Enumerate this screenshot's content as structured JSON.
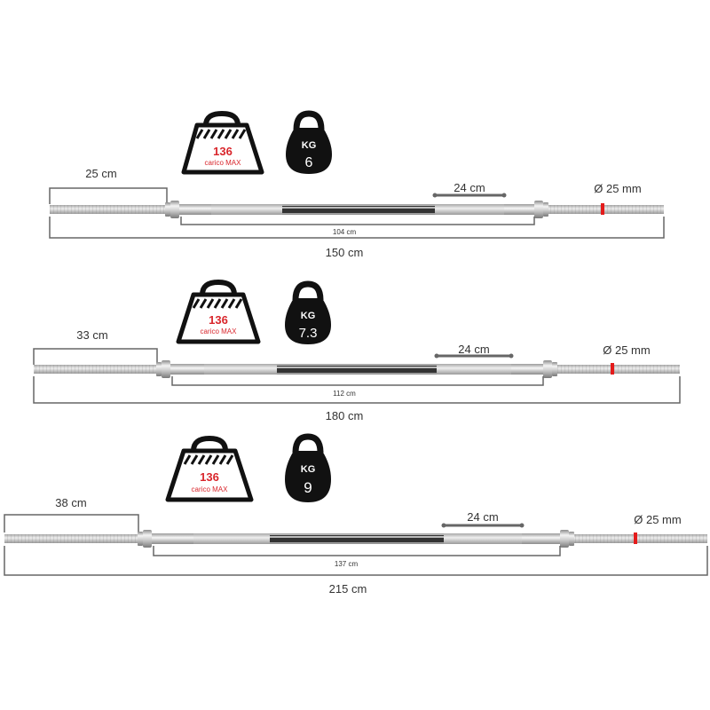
{
  "bars": [
    {
      "load": {
        "value": "136",
        "label": "carico MAX"
      },
      "weight": {
        "unit": "KG",
        "value": "6"
      },
      "sleeve": "25 cm",
      "grip": "24 cm",
      "diameter": "Ø 25 mm",
      "inner": "104 cm",
      "total": "150 cm"
    },
    {
      "load": {
        "value": "136",
        "label": "carico MAX"
      },
      "weight": {
        "unit": "KG",
        "value": "7.3"
      },
      "sleeve": "33 cm",
      "grip": "24 cm",
      "diameter": "Ø 25 mm",
      "inner": "112 cm",
      "total": "180 cm"
    },
    {
      "load": {
        "value": "136",
        "label": "carico MAX"
      },
      "weight": {
        "unit": "KG",
        "value": "9"
      },
      "sleeve": "38 cm",
      "grip": "24 cm",
      "diameter": "Ø 25 mm",
      "inner": "137 cm",
      "total": "215 cm"
    }
  ],
  "colors": {
    "load_text": "#d9262c",
    "collar_mark": "#e41b1b",
    "dimension_line": "#666666",
    "icon_dark": "#111111"
  }
}
